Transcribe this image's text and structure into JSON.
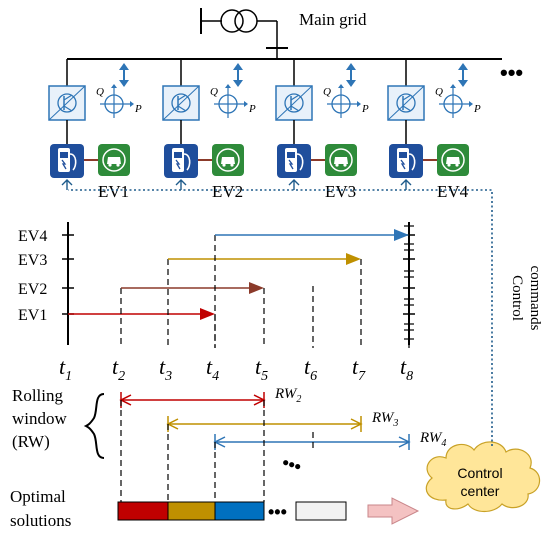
{
  "grid": {
    "label": "Main grid"
  },
  "units": [
    {
      "ev_label": "EV1"
    },
    {
      "ev_label": "EV2"
    },
    {
      "ev_label": "EV3"
    },
    {
      "ev_label": "EV4"
    }
  ],
  "converter": {
    "q_label": "Q",
    "p_label": "P"
  },
  "ellipsis": "•••",
  "timeline": {
    "rows": [
      "EV4",
      "EV3",
      "EV2",
      "EV1"
    ],
    "times": [
      {
        "main": "t",
        "sub": "1"
      },
      {
        "main": "t",
        "sub": "2"
      },
      {
        "main": "t",
        "sub": "3"
      },
      {
        "main": "t",
        "sub": "4"
      },
      {
        "main": "t",
        "sub": "5"
      },
      {
        "main": "t",
        "sub": "6"
      },
      {
        "main": "t",
        "sub": "7"
      },
      {
        "main": "t",
        "sub": "8"
      }
    ],
    "arrivals": [
      {
        "ev": "EV1",
        "from": 1,
        "to": 4,
        "color": "#c00000"
      },
      {
        "ev": "EV2",
        "from": 2,
        "to": 5,
        "color": "#8b3a2a"
      },
      {
        "ev": "EV3",
        "from": 3,
        "to": 7,
        "color": "#bf9000"
      },
      {
        "ev": "EV4",
        "from": 4,
        "to": 8,
        "color": "#2e75b6"
      }
    ]
  },
  "rolling_window": {
    "label_lines": [
      "Rolling",
      "window",
      "(RW)"
    ],
    "windows": [
      {
        "main": "RW",
        "sub": "2",
        "from": 2,
        "to": 5,
        "color": "#c00000"
      },
      {
        "main": "RW",
        "sub": "3",
        "from": 3,
        "to": 7,
        "color": "#bf9000"
      },
      {
        "main": "RW",
        "sub": "4",
        "from": 4,
        "to": 8,
        "color": "#2e75b6"
      }
    ]
  },
  "solutions": {
    "label_lines": [
      "Optimal",
      "solutions"
    ],
    "blocks": [
      "#c00000",
      "#bf9000",
      "#0070c0"
    ],
    "pending_color": "#f2f2f2"
  },
  "control_center": {
    "label_lines": [
      "Control",
      "center"
    ],
    "fill": "#ffe699"
  },
  "control_commands": {
    "label_lines": [
      "Control",
      "commands"
    ]
  },
  "colors": {
    "converter": "#2e75b6",
    "charger": "#1f4e9c",
    "ev_icon": "#2e8b3a",
    "feed": "#8b3a2a",
    "dotted": "#1f5c8c",
    "arrow_fill": "#f4c2c2"
  }
}
